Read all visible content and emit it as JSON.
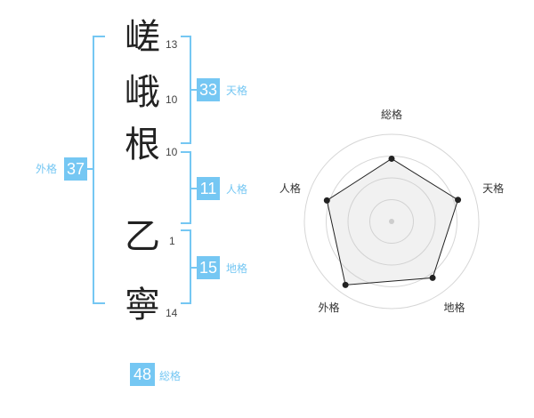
{
  "name": {
    "chars": [
      {
        "char": "嵯",
        "strokes": "13"
      },
      {
        "char": "峨",
        "strokes": "10"
      },
      {
        "char": "根",
        "strokes": "10"
      },
      {
        "char": "乙",
        "strokes": "1"
      },
      {
        "char": "寧",
        "strokes": "14"
      }
    ]
  },
  "grid": {
    "tenkaku": {
      "value": "33",
      "label": "天格"
    },
    "jinkaku": {
      "value": "11",
      "label": "人格"
    },
    "chikaku": {
      "value": "15",
      "label": "地格"
    },
    "gaikaku": {
      "value": "37",
      "label": "外格"
    },
    "soukaku": {
      "value": "48",
      "label": "総格"
    }
  },
  "colors": {
    "accent": "#75c7f3"
  },
  "chart_data": {
    "type": "radar",
    "axes": [
      "総格",
      "天格",
      "地格",
      "外格",
      "人格"
    ],
    "values": [
      0.72,
      0.8,
      0.8,
      0.9,
      0.78
    ],
    "rings": 4
  }
}
